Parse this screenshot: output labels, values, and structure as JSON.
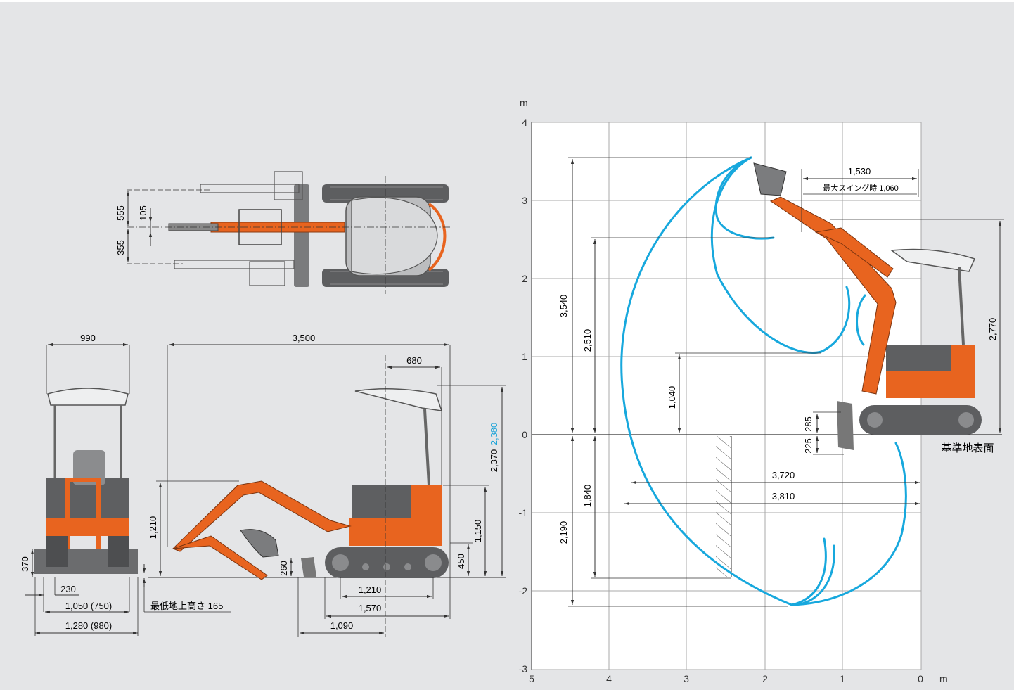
{
  "colors": {
    "background": "#e4e5e7",
    "machine_orange": "#e8641f",
    "machine_dark": "#5a5b5d",
    "curve_blue": "#17a8dd",
    "dim_line": "#333333",
    "grid": "#a8a8a8",
    "highlight_text": "#1aa3d8"
  },
  "top_view": {
    "dims": {
      "d555": "555",
      "d105": "105",
      "d355": "355"
    }
  },
  "front_view": {
    "dims": {
      "width_top": "990",
      "height_370": "370",
      "track_230": "230",
      "width_1050": "1,050 (750)",
      "width_1280": "1,280 (980)",
      "ground_clearance": "最低地上高さ 165"
    }
  },
  "side_view": {
    "dims": {
      "length": "3,500",
      "tail_680": "680",
      "height_1210": "1,210",
      "blade_260": "260",
      "tumbler_1210": "1,210",
      "track_1570": "1,570",
      "center_1090": "1,090",
      "track_450": "450",
      "cab_1150": "1,150",
      "canopy_2370": "2,370",
      "canopy_2380": "2,380"
    }
  },
  "work_range": {
    "units": {
      "y": "m",
      "x": "m"
    },
    "y_ticks": [
      "4",
      "3",
      "2",
      "1",
      "0",
      "-1",
      "-2",
      "-3"
    ],
    "x_ticks": [
      "5",
      "4",
      "3",
      "2",
      "1",
      "0"
    ],
    "dims": {
      "max_dig_height": "3,540",
      "dump_height": "2,510",
      "d1040": "1,040",
      "dig_depth": "1,840",
      "max_depth": "2,190",
      "offset_1530": "1,530",
      "swing_note": "最大スイング時 1,060",
      "h2770": "2,770",
      "blade_up": "285",
      "blade_down": "225",
      "ground_label": "基準地表面",
      "reach_ground": "3,720",
      "max_reach": "3,810"
    }
  }
}
